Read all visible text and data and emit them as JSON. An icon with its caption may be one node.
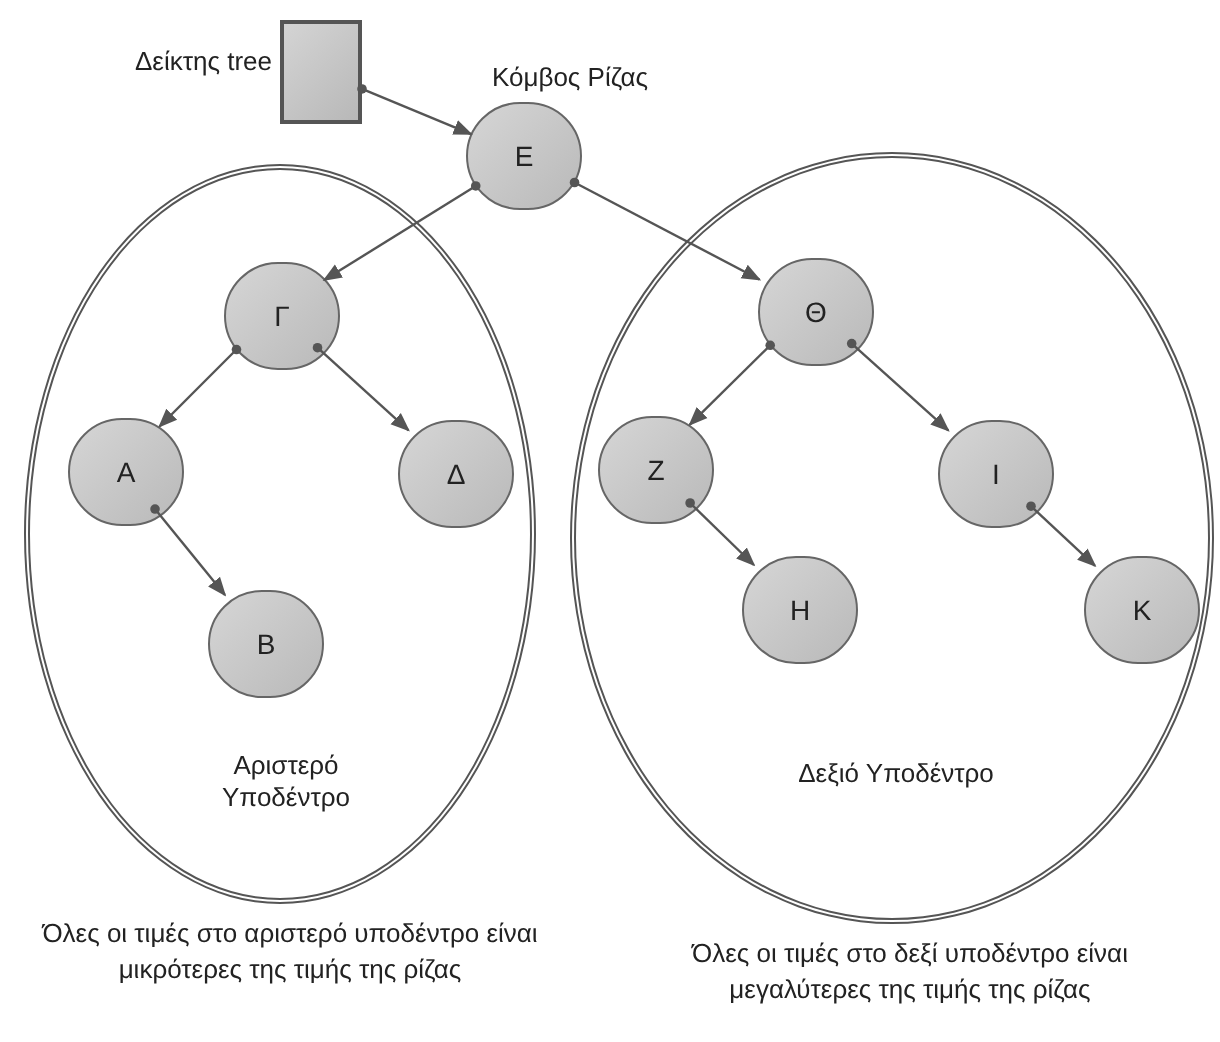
{
  "diagram": {
    "nodes": [
      {
        "text": [],
        "shape": "box",
        "beside": [
          "Δείκτης tree"
        ]
      },
      {
        "text": [
          "Ε"
        ],
        "beside": [
          "Κόμβος Ρίζας"
        ]
      },
      {
        "text": [
          "Αριστερό Υποδέντρο"
        ],
        "beside": [
          "Όλες οι τιμές στο αριστερό υποδέντρο είναι μικρότερες της τιμής της ρίζας"
        ]
      },
      {
        "text": [
          "Γ"
        ],
        "in": 2
      },
      {
        "text": [
          "Α"
        ],
        "in": 2
      },
      {
        "text": [
          "Δ"
        ],
        "in": 2
      },
      {
        "text": [
          "Β"
        ],
        "in": 2
      },
      {
        "text": [
          "Δεξιό Υποδέντρο"
        ],
        "beside": [
          "Όλες οι τιμές στο δεξί υποδέντρο είναι μεγαλύτερες της τιμής της ρίζας"
        ]
      },
      {
        "text": [
          "Θ"
        ],
        "in": 7
      },
      {
        "text": [
          "Ζ"
        ],
        "in": 7
      },
      {
        "text": [
          "Ι"
        ],
        "in": 7
      },
      {
        "text": [
          "Η"
        ],
        "in": 7
      },
      {
        "text": [
          "Κ"
        ],
        "in": 7
      }
    ],
    "edges": [
      {
        "from": 0,
        "to": 1,
        "arrow": "to"
      },
      {
        "from": 1,
        "to": 3,
        "arrow": "to"
      },
      {
        "from": 1,
        "to": 8,
        "arrow": "to"
      },
      {
        "from": 3,
        "to": 4,
        "arrow": "to"
      },
      {
        "from": 3,
        "to": 5,
        "arrow": "to"
      },
      {
        "from": 4,
        "to": 6,
        "arrow": "to"
      },
      {
        "from": 8,
        "to": 9,
        "arrow": "to"
      },
      {
        "from": 8,
        "to": 10,
        "arrow": "to"
      },
      {
        "from": 9,
        "to": 11,
        "arrow": "to"
      },
      {
        "from": 10,
        "to": 12,
        "arrow": "to"
      }
    ]
  }
}
